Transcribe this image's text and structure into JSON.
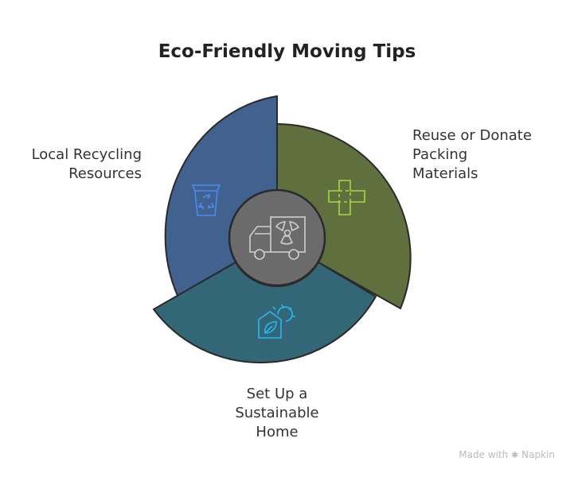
{
  "title": "Eco-Friendly Moving Tips",
  "sections": [
    {
      "label_lines": [
        "Local Recycling",
        "Resources"
      ],
      "color": "#41618f",
      "icon": "recycle-bin-icon",
      "icon_color": "#4a8cf0"
    },
    {
      "label_lines": [
        "Reuse or Donate",
        "Packing",
        "Materials"
      ],
      "color": "#5f6f3e",
      "icon": "bandage-cross-icon",
      "icon_color": "#a6d83a"
    },
    {
      "label_lines": [
        "Set Up a",
        "Sustainable",
        "Home"
      ],
      "color": "#336676",
      "icon": "eco-home-icon",
      "icon_color": "#2ab8f0"
    }
  ],
  "center": {
    "icon": "moving-truck-hazard-icon",
    "color": "#6b6b6b"
  },
  "footer": {
    "made_with": "Made with",
    "brand": "Napkin"
  }
}
